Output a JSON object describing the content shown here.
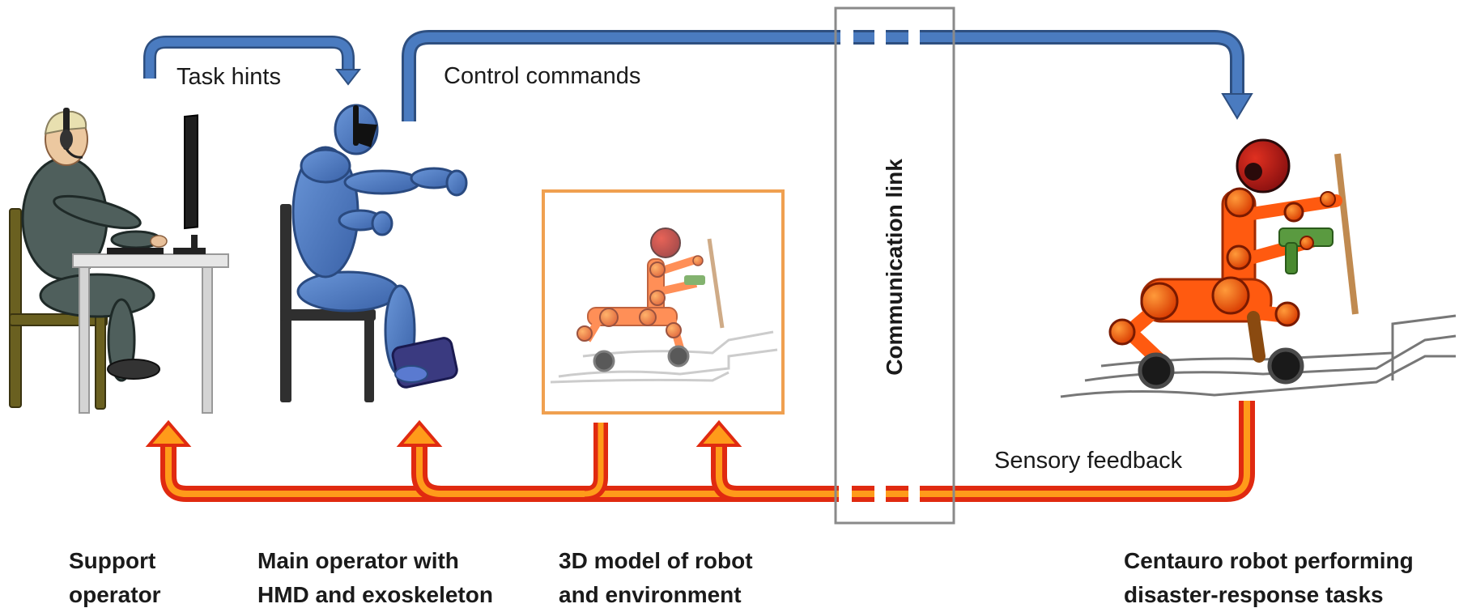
{
  "labels": {
    "task_hints": "Task hints",
    "control_commands": "Control commands",
    "sensory_feedback": "Sensory feedback",
    "communication_link": "Communication link"
  },
  "captions": {
    "support_l1": "Support",
    "support_l2": "operator",
    "main_l1": "Main operator with",
    "main_l2": "HMD and exoskeleton",
    "model_l1": "3D model of robot",
    "model_l2": "and environment",
    "robot_l1": "Centauro robot performing",
    "robot_l2": "disaster-response tasks"
  },
  "colors": {
    "command_blue": "#3f6fb0",
    "feedback_red": "#e83010",
    "feedback_orange": "#ff9b1a",
    "link_box_gray": "#8a8a8a",
    "model_frame_orange": "#f0a050",
    "robot_orange": "#ff5a10",
    "operator_gray": "#4a5a58",
    "exo_blue": "#4a78c0"
  },
  "icons": [
    "support-operator-figure",
    "computer-desk-icon",
    "main-operator-exoskeleton-figure",
    "robot-model-thumbnail",
    "centauro-robot-figure",
    "terrain-icon"
  ]
}
